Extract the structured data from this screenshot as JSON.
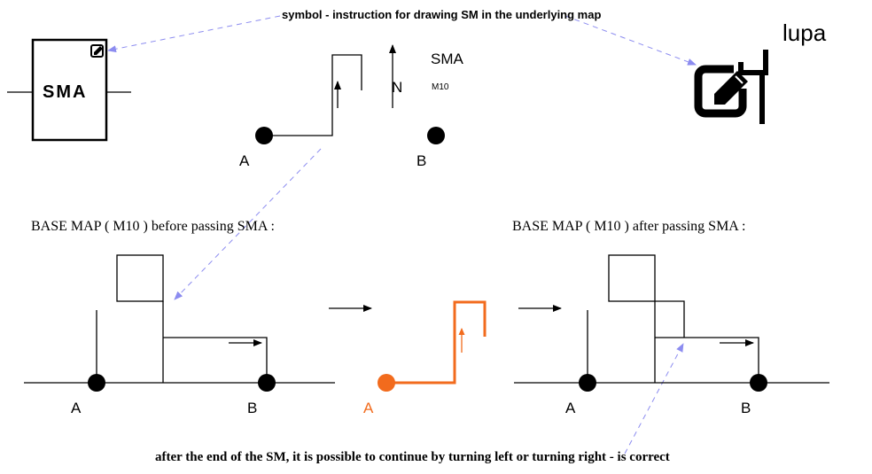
{
  "captions": {
    "top": "symbol - instruction for drawing SM in the underlying map",
    "lupa": "lupa",
    "before": "BASE MAP ( M10 ) before passing SMA :",
    "after": "BASE MAP ( M10 ) after passing SMA :",
    "bottom": "after the end of the SM, it is possible to continue by turning left or turning right - is correct"
  },
  "symbol": {
    "box_label": "SMA",
    "edit_icon": "edit-square-icon"
  },
  "instruction": {
    "title": "SMA",
    "north": "N",
    "map_id": "M10",
    "point_a": "A",
    "point_b": "B"
  },
  "before_map": {
    "point_a": "A",
    "point_b": "B"
  },
  "orange_segment": {
    "point_a": "A"
  },
  "after_map": {
    "point_a": "A",
    "point_b": "B"
  },
  "colors": {
    "line": "#000000",
    "accent_orange": "#f26b1d",
    "dashed_arrow": "#8c8cf0"
  }
}
